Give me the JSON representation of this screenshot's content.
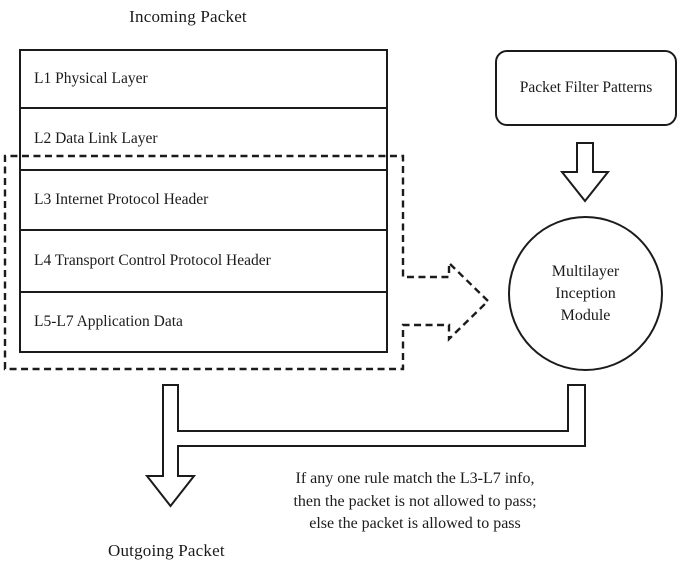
{
  "diagram": {
    "title_top": "Incoming Packet",
    "title_bottom": "Outgoing Packet",
    "layer_stack": {
      "layers": [
        "L1 Physical Layer",
        "L2 Data Link Layer",
        "L3 Internet Protocol Header",
        "L4 Transport Control Protocol Header",
        "L5-L7 Application Data"
      ]
    },
    "filter_patterns_label": "Packet Filter Patterns",
    "inception_module": {
      "line1": "Multilayer",
      "line2": "Inception",
      "line3": "Module"
    },
    "rule_note": {
      "line1": "If any one rule match the L3-L7 info,",
      "line2": "then the packet is not allowed to pass;",
      "line3": "else the packet is allowed to pass"
    },
    "colors": {
      "ink": "#1b1b1b",
      "background": "#ffffff"
    }
  }
}
